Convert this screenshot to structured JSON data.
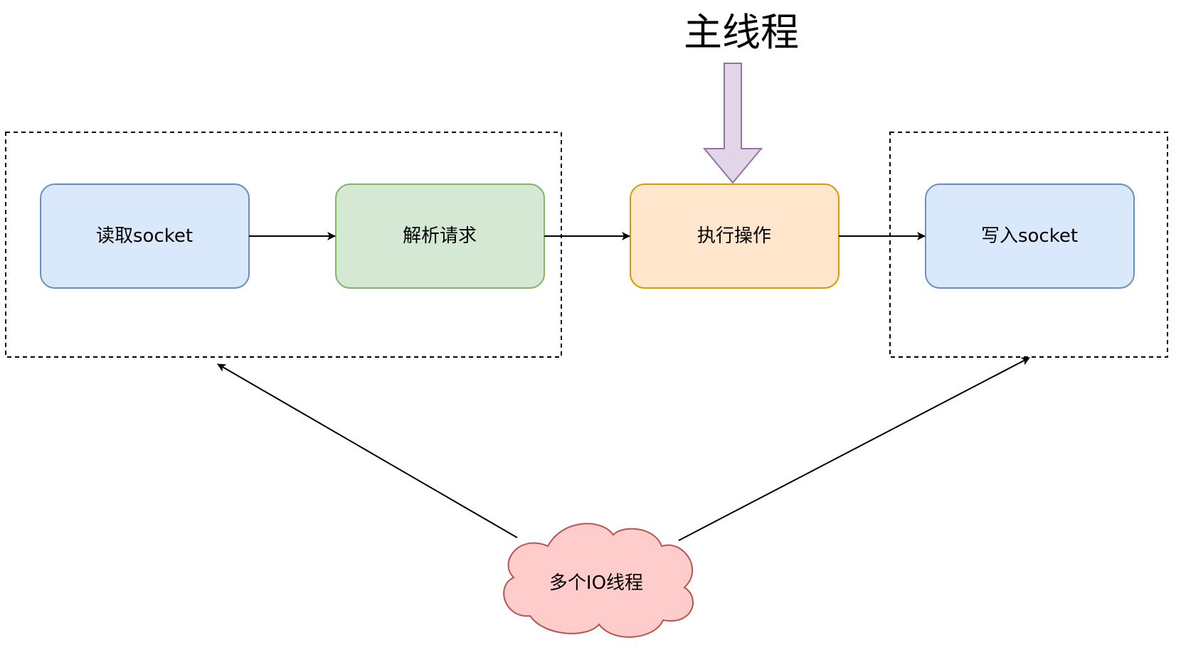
{
  "title": "主线程",
  "nodes": {
    "read_socket": {
      "label": "读取socket",
      "fill": "#dae8fc",
      "stroke": "#6c8ebf"
    },
    "parse_request": {
      "label": "解析请求",
      "fill": "#d5e8d4",
      "stroke": "#82b366"
    },
    "execute": {
      "label": "执行操作",
      "fill": "#ffe6cc",
      "stroke": "#d79b00"
    },
    "write_socket": {
      "label": "写入socket",
      "fill": "#dae8fc",
      "stroke": "#6c8ebf"
    },
    "io_threads": {
      "label": "多个IO线程",
      "fill": "#ffcccc",
      "stroke": "#b85450"
    }
  },
  "main_arrow": {
    "fill": "#e1d5e7",
    "stroke": "#9673a6"
  },
  "edges": [
    {
      "from": "read_socket",
      "to": "parse_request"
    },
    {
      "from": "parse_request",
      "to": "execute"
    },
    {
      "from": "execute",
      "to": "write_socket"
    },
    {
      "from": "io_threads",
      "to": "read-group"
    },
    {
      "from": "io_threads",
      "to": "write-group"
    }
  ]
}
